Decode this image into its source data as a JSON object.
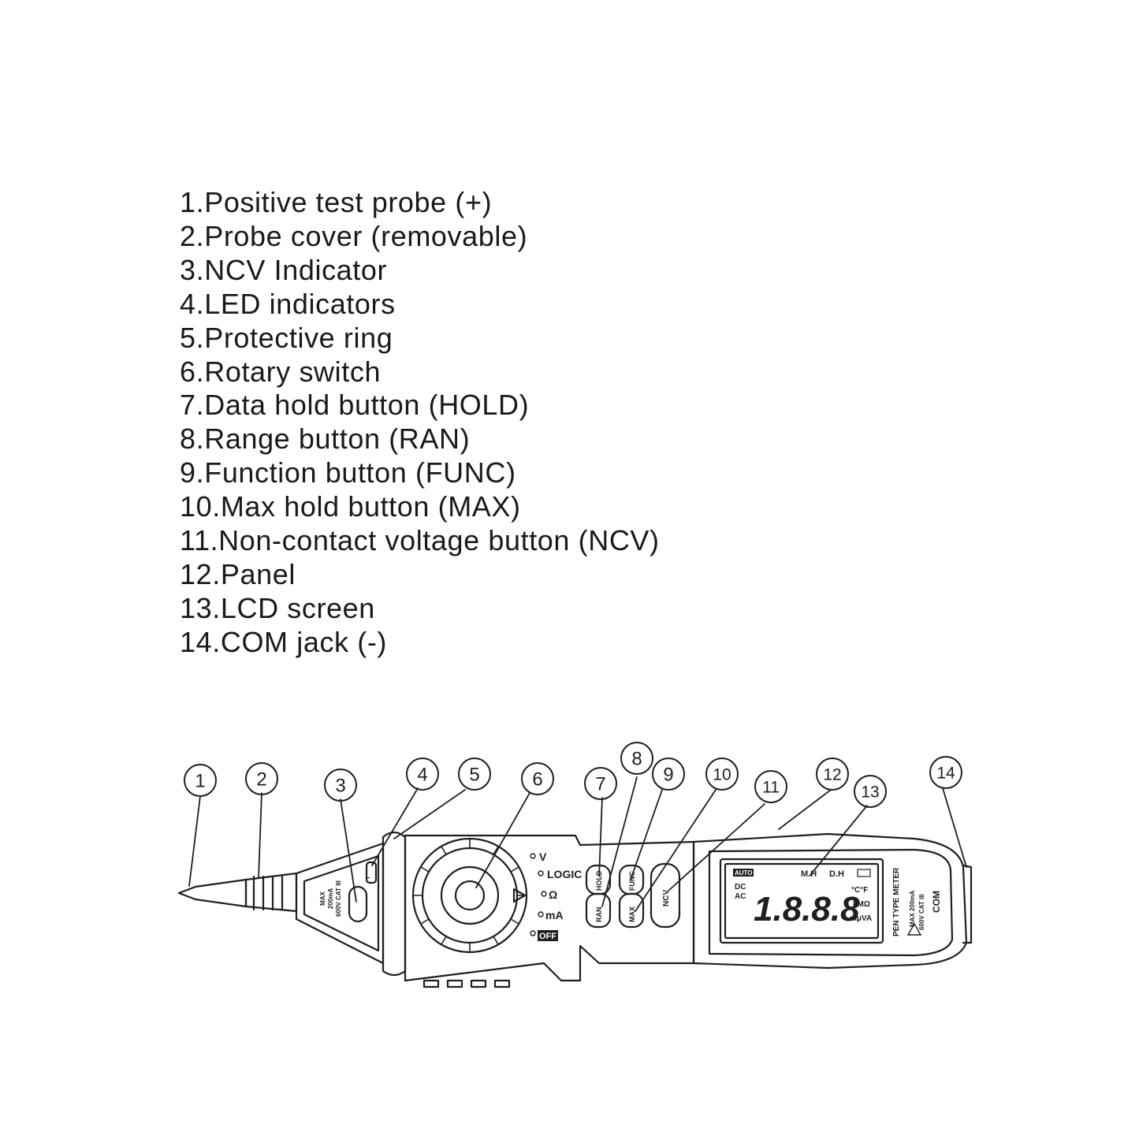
{
  "parts": [
    "1.Positive test probe (+)",
    "2.Probe cover (removable)",
    "3.NCV Indicator",
    "4.LED indicators",
    "5.Protective ring",
    "6.Rotary switch",
    "7.Data hold button (HOLD)",
    "8.Range button (RAN)",
    "9.Function button (FUNC)",
    "10.Max hold button (MAX)",
    "11.Non-contact voltage button (NCV)",
    "12.Panel",
    "13.LCD screen",
    "14.COM jack (-)"
  ],
  "callouts": [
    "1",
    "2",
    "3",
    "4",
    "5",
    "6",
    "7",
    "8",
    "9",
    "10",
    "11",
    "12",
    "13",
    "14"
  ],
  "device": {
    "ncv_label": [
      "MAX",
      "200mA",
      "600V CAT III"
    ],
    "led_label": "L",
    "dial_modes": [
      "V",
      "LOGIC",
      "Ω",
      "mA",
      "OFF"
    ],
    "buttons": {
      "hold": "HOLD",
      "ran": "RAN",
      "func": "FUNC",
      "max": "MAX",
      "ncv": "NCV"
    },
    "lcd": {
      "auto": "AUTO",
      "mh": "M.H",
      "dh": "D.H",
      "dc": "DC",
      "ac": "AC",
      "digits": "1.8.8.8",
      "units_temp": "°C°F",
      "units_res": "kMΩ",
      "units_misc": "mμVA"
    },
    "side_label": "PEN TYPE METER",
    "rating_1": "MAX 200mA",
    "rating_2": "600V CAT III",
    "com_label": "COM"
  },
  "colors": {
    "line": "#1f1f1f",
    "background": "#ffffff"
  }
}
